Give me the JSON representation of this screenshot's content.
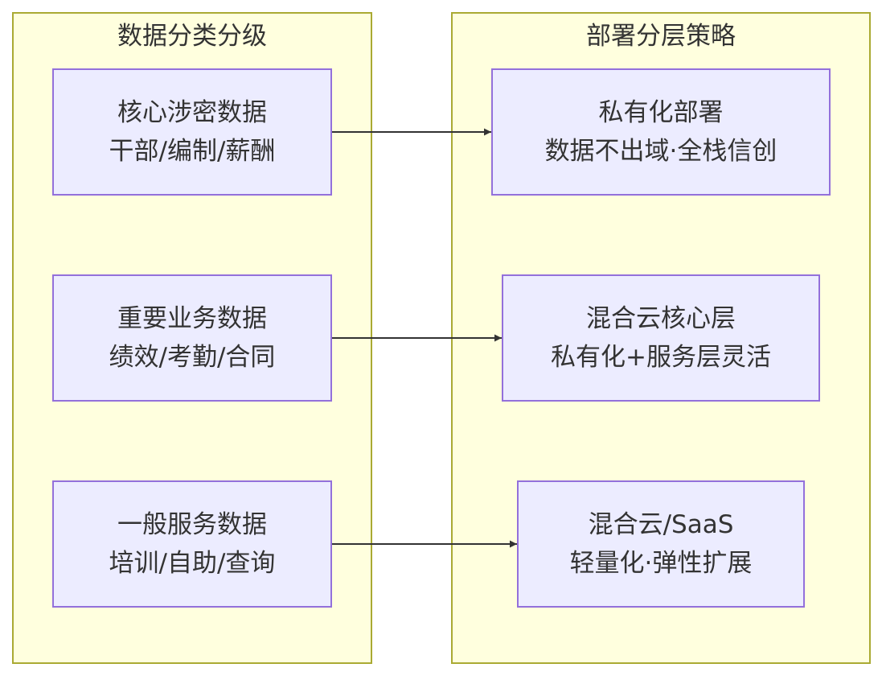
{
  "colors": {
    "cluster_fill": "#ffffde",
    "cluster_border": "#aaaa33",
    "node_fill": "#ececff",
    "node_border": "#9370db",
    "edge": "#333333",
    "text": "#333333"
  },
  "left_group": {
    "title": "数据分类分级",
    "nodes": [
      {
        "line1": "核心涉密数据",
        "line2": "干部/编制/薪酬"
      },
      {
        "line1": "重要业务数据",
        "line2": "绩效/考勤/合同"
      },
      {
        "line1": "一般服务数据",
        "line2": "培训/自助/查询"
      }
    ]
  },
  "right_group": {
    "title": "部署分层策略",
    "nodes": [
      {
        "line1": "私有化部署",
        "line2": "数据不出域·全栈信创"
      },
      {
        "line1": "混合云核心层",
        "line2": "私有化+服务层灵活"
      },
      {
        "line1": "混合云/SaaS",
        "line2": "轻量化·弹性扩展"
      }
    ]
  },
  "edges": [
    {
      "from": "核心涉密数据",
      "to": "私有化部署"
    },
    {
      "from": "重要业务数据",
      "to": "混合云核心层"
    },
    {
      "from": "一般服务数据",
      "to": "混合云/SaaS"
    }
  ]
}
